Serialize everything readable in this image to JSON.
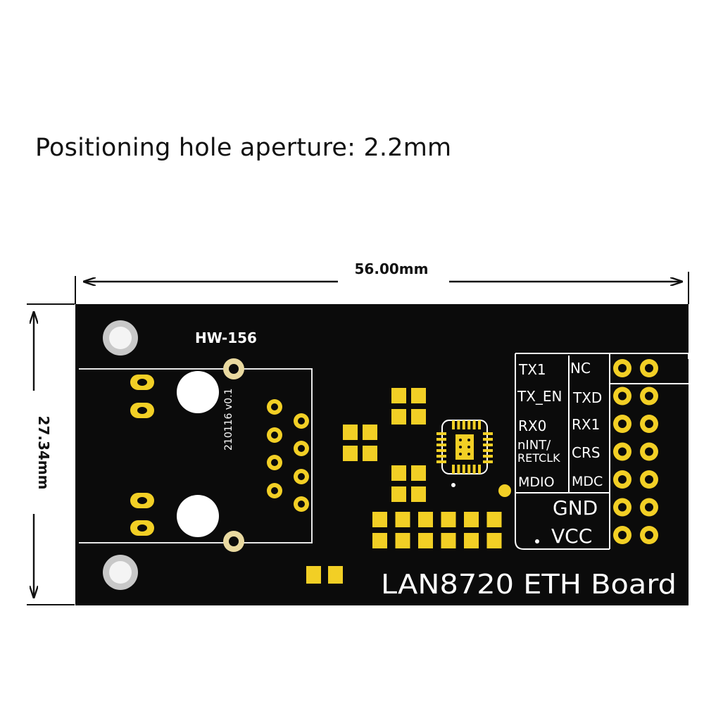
{
  "heading": "Positioning hole aperture: 2.2mm",
  "dimensions": {
    "width": "56.00mm",
    "height": "27.34mm"
  },
  "board": {
    "model": "HW-156",
    "revision": "210116 v0.1",
    "title": "LAN8720 ETH Board",
    "pin_labels": {
      "tx1": "TX1",
      "nc": "NC",
      "tx_en": "TX_EN",
      "txd": "TXD",
      "rx0": "RX0",
      "rx1": "RX1",
      "nint_line1": "nINT/",
      "nint_line2": "RETCLK",
      "crs": "CRS",
      "mdio": "MDIO",
      "mdc": "MDC",
      "gnd": "GND",
      "vcc": "VCC"
    }
  },
  "colors": {
    "pcb": "#0b0b0b",
    "gold": "#f2cf25",
    "silkscreen": "#ffffff",
    "mounting_hole": "#c8c8c8",
    "dimension_line": "#111111"
  }
}
